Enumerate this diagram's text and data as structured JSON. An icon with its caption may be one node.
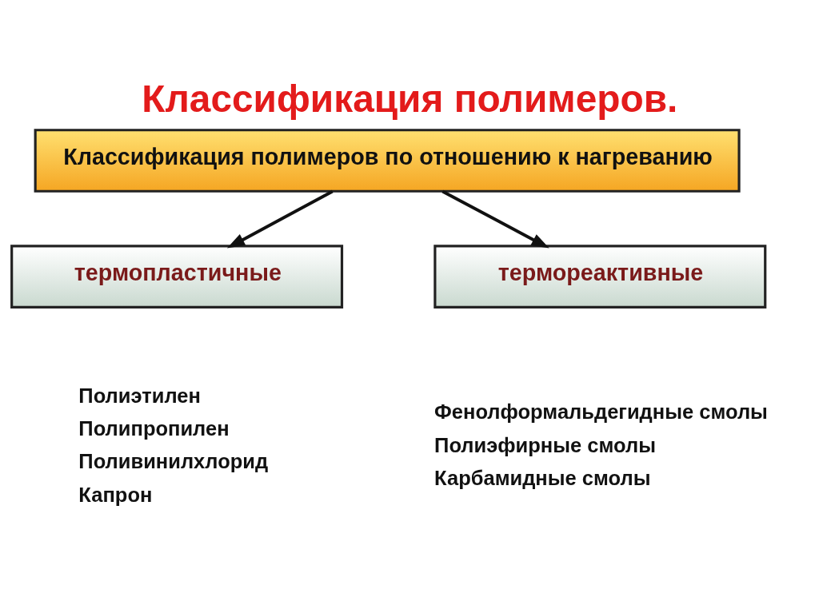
{
  "diagram": {
    "title": "Классификация полимеров.",
    "nodes": [
      {
        "text": [
          "Классификация полимеров по отношению к нагреванию"
        ]
      },
      {
        "text": [
          "термопластичные"
        ],
        "beside": [
          "Полиэтилен",
          "Полипропилен",
          "Поливинилхлорид",
          "Капрон"
        ]
      },
      {
        "text": [
          "термореактивные"
        ],
        "beside": [
          "Фенолформальдегидные смолы",
          "Полиэфирные смолы",
          "Карбамидные смолы"
        ]
      }
    ],
    "edges": [
      {
        "from": 0,
        "to": 1,
        "arrow": "to"
      },
      {
        "from": 0,
        "to": 2,
        "arrow": "to"
      }
    ]
  }
}
